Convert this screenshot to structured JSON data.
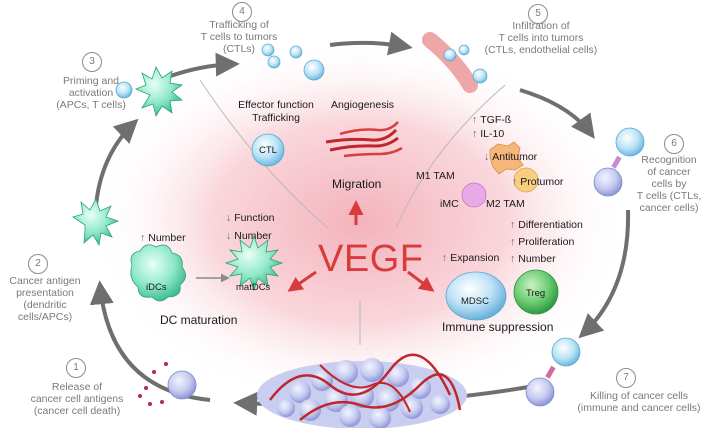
{
  "center": {
    "label": "VEGF"
  },
  "steps": [
    {
      "number": "1",
      "text": "Release of\ncancer cell antigens\n(cancer cell death)"
    },
    {
      "number": "2",
      "text": "Cancer antigen\npresentation\n(dendritic\ncells/APCs)"
    },
    {
      "number": "3",
      "text": "Priming and\nactivation\n(APCs, T cells)"
    },
    {
      "number": "4",
      "text": "Trafficking of\nT cells to tumors\n(CTLs)"
    },
    {
      "number": "5",
      "text": "Infiltration of\nT cells into tumors\n(CTLs, endothelial cells)"
    },
    {
      "number": "6",
      "text": "Recognition\nof cancer\ncells by\nT cells (CTLs,\ncancer cells)"
    },
    {
      "number": "7",
      "text": "Killing of cancer cells\n(immune and cancer cells)"
    }
  ],
  "top_panel": {
    "effector": "Effector function\nTrafficking",
    "ctl": "CTL",
    "angiogenesis": "Angiogenesis",
    "migration": "Migration"
  },
  "left_panel": {
    "number": "Number",
    "function": "Function",
    "number2": "Number",
    "idcs": "iDCs",
    "matdcs": "matDCs",
    "title": "DC maturation"
  },
  "right_panel": {
    "tgf": "TGF-ß",
    "il10": "IL-10",
    "antitumor": "Antitumor",
    "protumor": "Protumor",
    "m1": "M1 TAM",
    "m2": "M2 TAM",
    "imc": "iMC",
    "expansion": "Expansion",
    "differentiation": "Differentiation",
    "proliferation": "Proliferation",
    "number": "Number",
    "mdsc": "MDSC",
    "treg": "Treg",
    "title": "Immune suppression"
  },
  "colors": {
    "vegf_red": "#d93a3a",
    "glow_pink": "#f6c9cf",
    "cycle_arrow": "#6f6f6f",
    "dc_green": "#7fe3c2",
    "tcell_blue": "#a9dcf3",
    "cancer_lavender": "#c9cdf0",
    "treg_green": "#57c06a",
    "tam_orange": "#f6b77a",
    "tam_pink": "#e9a8e6"
  }
}
